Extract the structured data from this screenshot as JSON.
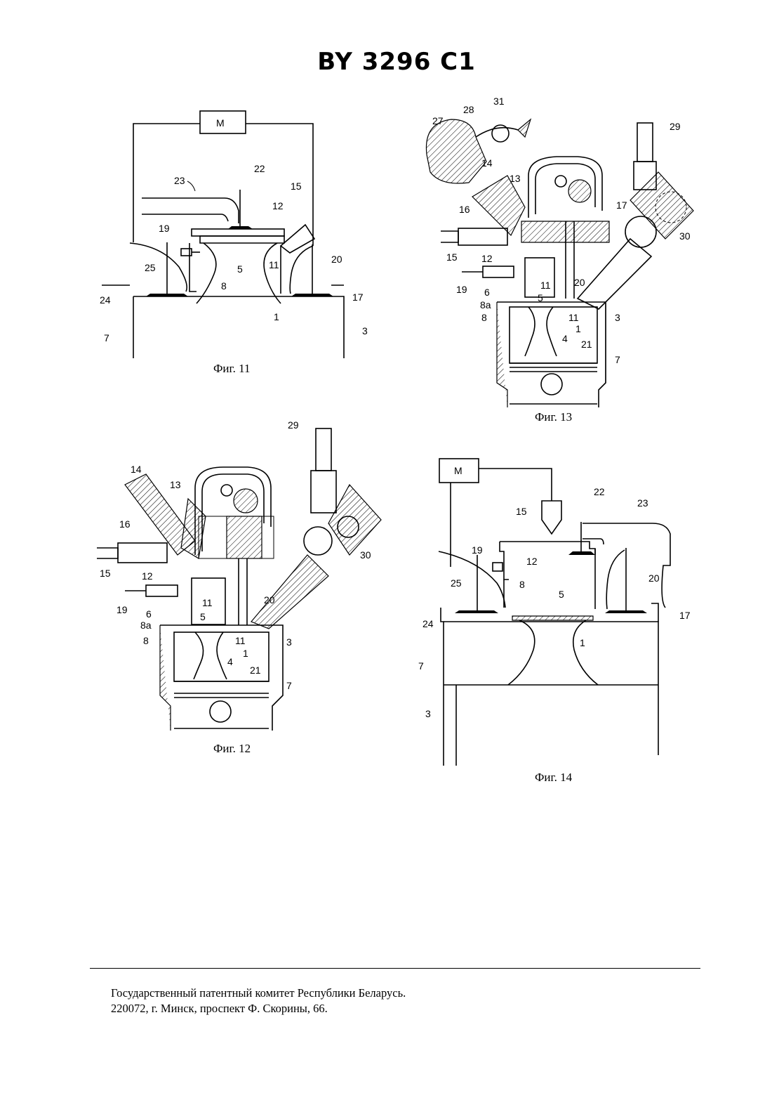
{
  "header": {
    "doc_number": "BY 3296 C1"
  },
  "figures": {
    "fig11": {
      "caption": "Фиг. 11",
      "box_label": "M",
      "labels": [
        "23",
        "22",
        "15",
        "12",
        "19",
        "5",
        "11",
        "20",
        "25",
        "8",
        "24",
        "17",
        "1",
        "7",
        "3"
      ]
    },
    "fig12": {
      "caption": "Фиг. 12",
      "labels": [
        "29",
        "14",
        "13",
        "16",
        "15",
        "30",
        "12",
        "19",
        "11",
        "20",
        "6",
        "8a",
        "5",
        "8",
        "11",
        "3",
        "1",
        "4",
        "21",
        "7"
      ]
    },
    "fig13": {
      "caption": "Фиг. 13",
      "labels": [
        "31",
        "28",
        "27",
        "29",
        "14",
        "13",
        "16",
        "17",
        "30",
        "15",
        "12",
        "19",
        "11",
        "6",
        "20",
        "8a",
        "5",
        "8",
        "11",
        "3",
        "1",
        "4",
        "21",
        "7"
      ]
    },
    "fig14": {
      "caption": "Фиг. 14",
      "box_label": "M",
      "labels": [
        "22",
        "23",
        "15",
        "19",
        "12",
        "25",
        "8",
        "20",
        "5",
        "24",
        "17",
        "7",
        "1",
        "3"
      ]
    }
  },
  "footer": {
    "line1": "Государственный патентный комитет Республики Беларусь.",
    "line2": "220072, г. Минск, проспект Ф. Скорины, 66."
  }
}
